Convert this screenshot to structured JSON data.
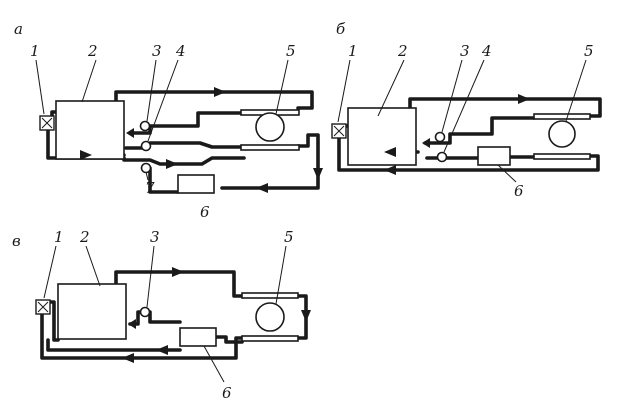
{
  "sections": {
    "a": {
      "letter": "а",
      "labels": {
        "n1": "1",
        "n2": "2",
        "n3": "3",
        "n4": "4",
        "n5": "5",
        "n6": "6",
        "n7": "7"
      }
    },
    "b": {
      "letter": "б",
      "labels": {
        "n1": "1",
        "n2": "2",
        "n3": "3",
        "n4": "4",
        "n5": "5",
        "n6": "6"
      }
    },
    "c": {
      "letter": "в",
      "labels": {
        "n1": "1",
        "n2": "2",
        "n3": "3",
        "n5": "5",
        "n6": "6"
      }
    }
  }
}
